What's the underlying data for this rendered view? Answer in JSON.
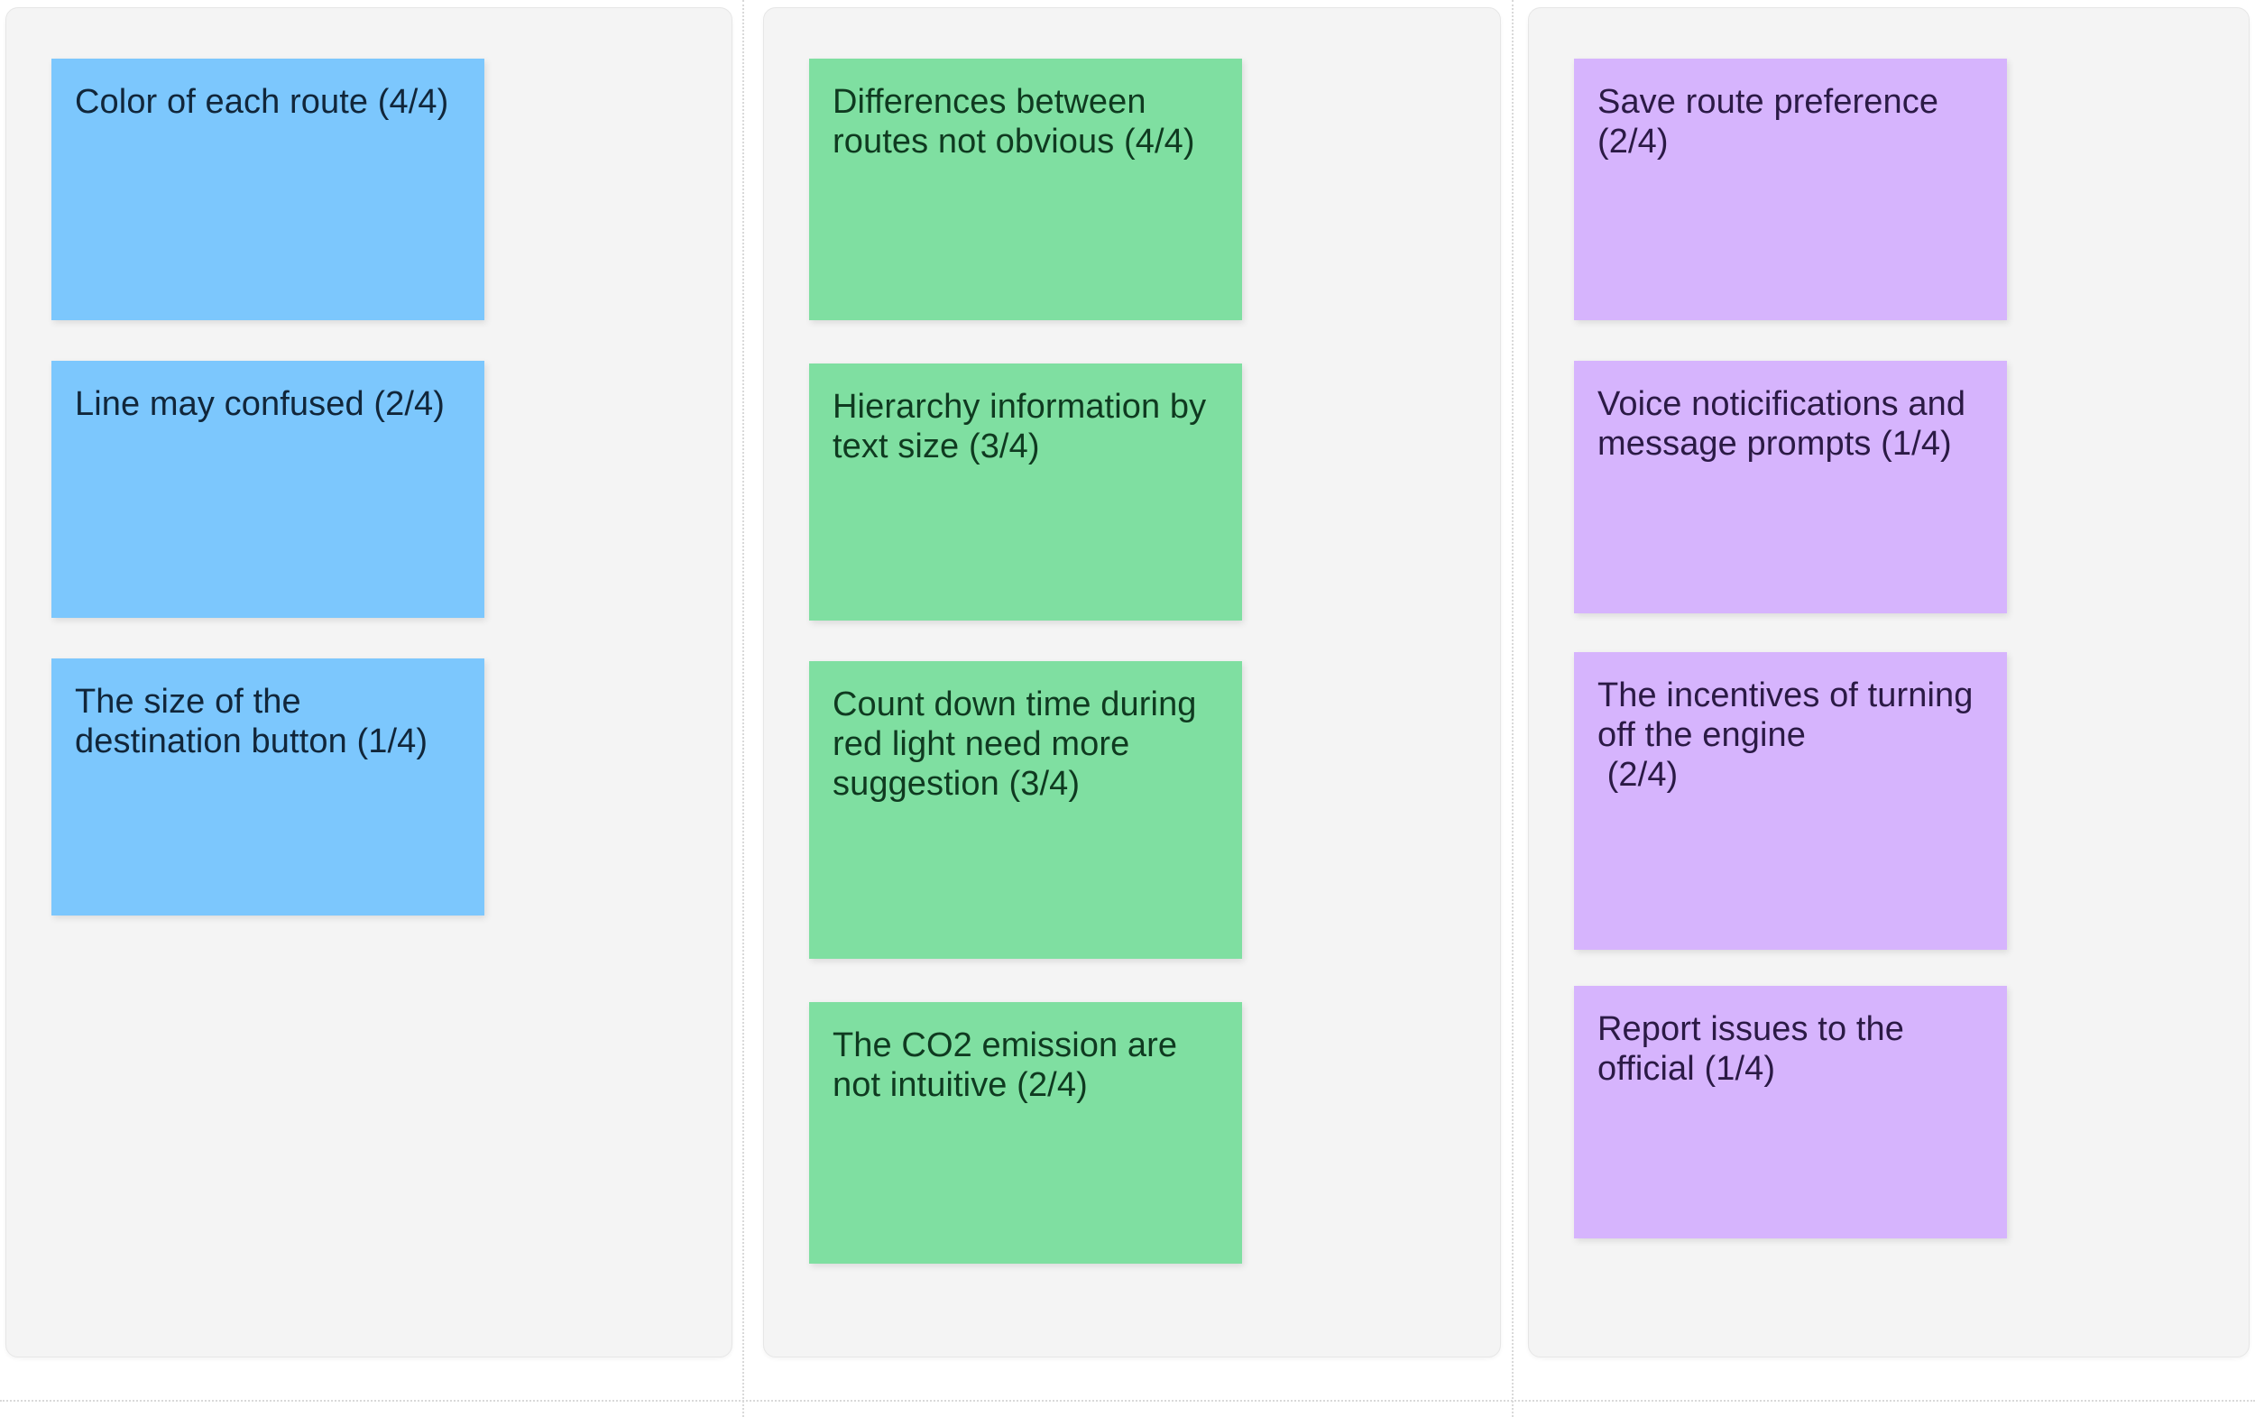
{
  "board": {
    "background_color": "#ffffff",
    "frame_background_color": "#f4f4f4",
    "guide_color": "#d9d9d9"
  },
  "colors": {
    "blue": "#7cc7fd",
    "green": "#7fdfa1",
    "purple": "#d6b4fd",
    "blue_text": "#11263a",
    "green_text": "#0f3a20",
    "purple_text": "#2b1a45"
  },
  "columns": [
    {
      "id": "column-blue",
      "color": "blue",
      "notes": [
        {
          "id": "n-b1",
          "text": "Color of each route (4/4)",
          "votes": "4/4"
        },
        {
          "id": "n-b2",
          "text": "Line may confused (2/4)",
          "votes": "2/4"
        },
        {
          "id": "n-b3",
          "text": "The size of the destination button (1/4)",
          "votes": "1/4"
        }
      ]
    },
    {
      "id": "column-green",
      "color": "green",
      "notes": [
        {
          "id": "n-g1",
          "text": "Differences between routes not obvious (4/4)",
          "votes": "4/4"
        },
        {
          "id": "n-g2",
          "text": "Hierarchy information by text size (3/4)",
          "votes": "3/4"
        },
        {
          "id": "n-g3",
          "text": "Count down time during red light need more suggestion (3/4)",
          "votes": "3/4"
        },
        {
          "id": "n-g4",
          "text": "The CO2 emission are not intuitive (2/4)",
          "votes": "2/4"
        }
      ]
    },
    {
      "id": "column-purple",
      "color": "purple",
      "notes": [
        {
          "id": "n-p1",
          "text": "Save route preference (2/4)",
          "votes": "2/4"
        },
        {
          "id": "n-p2",
          "text": "Voice noticifications and message prompts (1/4)",
          "votes": "1/4"
        },
        {
          "id": "n-p3",
          "text": "The incentives of turning off the engine\n (2/4)",
          "votes": "2/4"
        },
        {
          "id": "n-p4",
          "text": "Report issues to the official (1/4)",
          "votes": "1/4"
        }
      ]
    }
  ]
}
